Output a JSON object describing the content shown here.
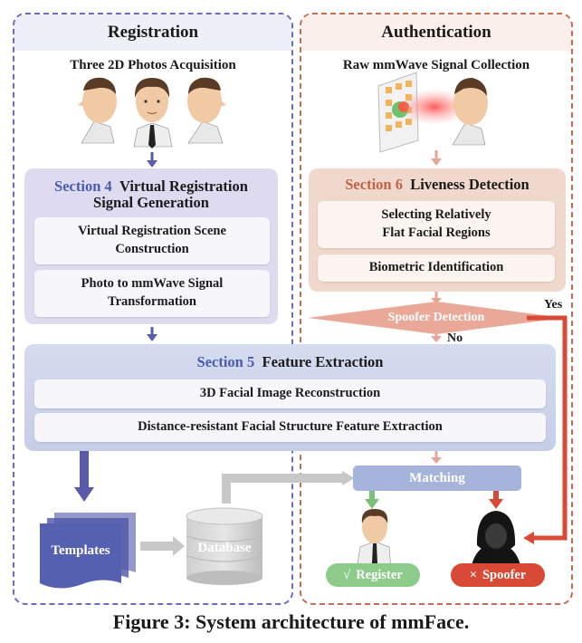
{
  "registration": {
    "header": "Registration",
    "photos_title": "Three 2D Photos Acquisition",
    "section4": {
      "number": "Section 4",
      "title_line1": "Virtual Registration",
      "title_line2": "Signal Generation",
      "step1_line1": "Virtual Registration Scene",
      "step1_line2": "Construction",
      "step2_line1": "Photo to mmWave Signal",
      "step2_line2": "Transformation"
    },
    "templates_label": "Templates",
    "database_label": "Database"
  },
  "authentication": {
    "header": "Authentication",
    "signal_title": "Raw mmWave Signal Collection",
    "section6": {
      "number": "Section 6",
      "title": "Liveness Detection",
      "step1_line1": "Selecting Relatively",
      "step1_line2": "Flat Facial Regions",
      "step2": "Biometric Identification"
    },
    "spoofer_detection": "Spoofer Detection",
    "yes_label": "Yes",
    "no_label": "No",
    "matching": "Matching",
    "register_check": "√",
    "register_label": "Register",
    "spoofer_x": "×",
    "spoofer_label": "Spoofer"
  },
  "section5": {
    "number": "Section 5",
    "title": "Feature Extraction",
    "step1": "3D Facial Image Reconstruction",
    "step2": "Distance-resistant Facial Structure Feature Extraction"
  },
  "caption": "Figure 3: System architecture of mmFace.",
  "colors": {
    "reg_border": "#6b6bbf",
    "auth_border": "#c96a55",
    "blue_arrow": "#5a5aaa",
    "pink_arrow": "#e9a49a",
    "spoofer_red": "#d84a35",
    "register_green": "#7bbf7b"
  }
}
